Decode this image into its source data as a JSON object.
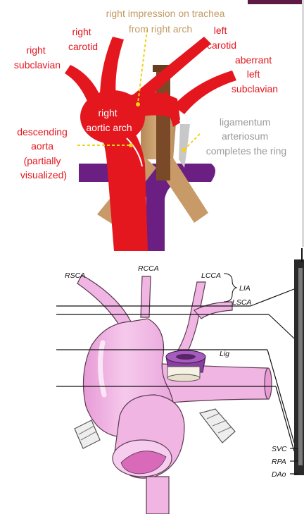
{
  "top_diagram": {
    "labels": {
      "right_impression_line1": "right impression on trachea",
      "right_impression_line2": "from right arch",
      "right_carotid_line1": "right",
      "right_carotid_line2": "carotid",
      "left_carotid_line1": "left",
      "left_carotid_line2": "carotid",
      "right_subclavian_line1": "right",
      "right_subclavian_line2": "subclavian",
      "aberrant_line1": "aberrant",
      "aberrant_line2": "left",
      "aberrant_line3": "subclavian",
      "right_aortic_arch_line1": "right",
      "right_aortic_arch_line2": "aortic arch",
      "ligamentum_line1": "ligamentum",
      "ligamentum_line2": "arteriosum",
      "ligamentum_line3": "completes the ring",
      "descending_line1": "descending",
      "descending_line2": "aorta",
      "descending_line3": "(partially",
      "descending_line4": "visualized)"
    }
  },
  "bottom_diagram": {
    "labels": {
      "rsca": "RSCA",
      "rcca": "RCCA",
      "lcca": "LCCA",
      "lia": "LIA",
      "lsca": "LSCA",
      "lig": "Lig",
      "svc": "SVC",
      "rpa": "RPA",
      "dao": "DAo"
    }
  },
  "colors": {
    "artery_red": "#e4161e",
    "trachea_tan": "#c79a68",
    "esophagus_brown": "#7a4a28",
    "pulmonary_purple": "#6b1f82",
    "label_red": "#e4161e",
    "label_tan": "#c49a63",
    "label_gray": "#9a9a9a",
    "leader_yellow": "#f2d21a",
    "vessel_pink": "#f1b5e4",
    "vessel_outline": "#5a3a50",
    "ligament_purple": "#8a3fa0"
  }
}
